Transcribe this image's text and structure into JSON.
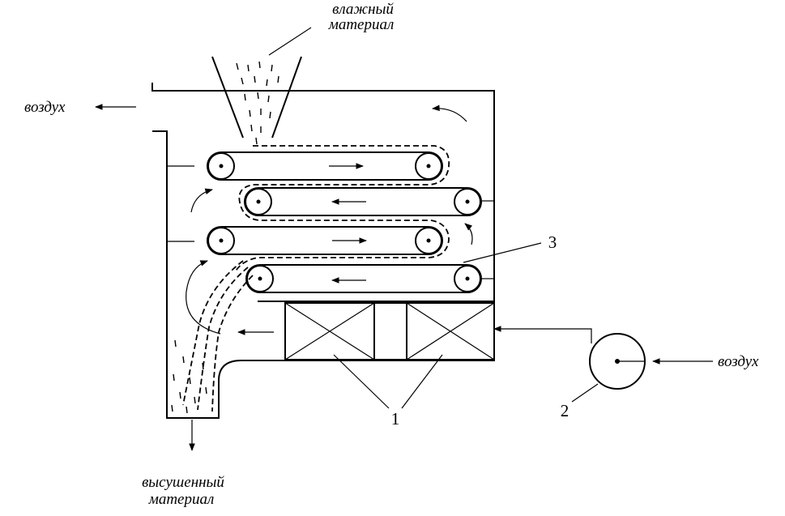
{
  "labels": {
    "wet_material_line1": "влажный",
    "wet_material_line2": "материал",
    "air_out": "воздух",
    "air_in": "воздух",
    "dried_material_line1": "высушенный",
    "dried_material_line2": "материал",
    "num_1": "1",
    "num_2": "2",
    "num_3": "3"
  },
  "components": [
    {
      "number": "1",
      "icon": "heater-icon"
    },
    {
      "number": "2",
      "icon": "fan-icon"
    },
    {
      "number": "3",
      "icon": "conveyor-belt-icon"
    }
  ],
  "conveyors": [
    {
      "direction": "right"
    },
    {
      "direction": "left"
    },
    {
      "direction": "right"
    },
    {
      "direction": "left"
    }
  ]
}
